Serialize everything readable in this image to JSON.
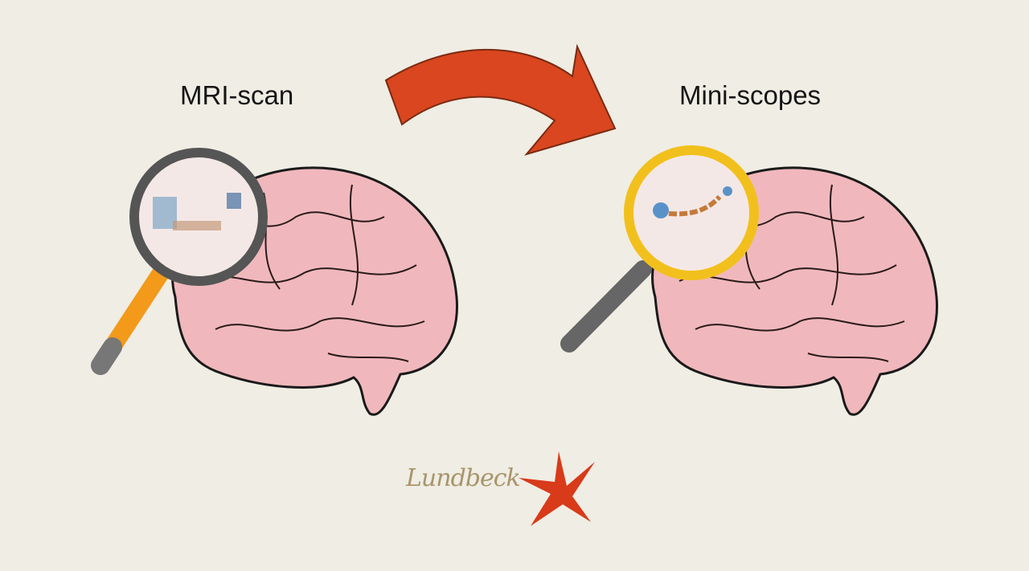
{
  "labels": {
    "before": "MRI-scan",
    "after": "Mini-scopes"
  },
  "logo": {
    "text": "Lundbeck"
  },
  "colors": {
    "background": "#efede4",
    "brain": "#f0b8bc",
    "arrow": "#d9461f",
    "left_handle": "#f39a1a",
    "right_rim": "#f2c01c",
    "star": "#d83a1a",
    "logo_text": "#a8956a"
  }
}
